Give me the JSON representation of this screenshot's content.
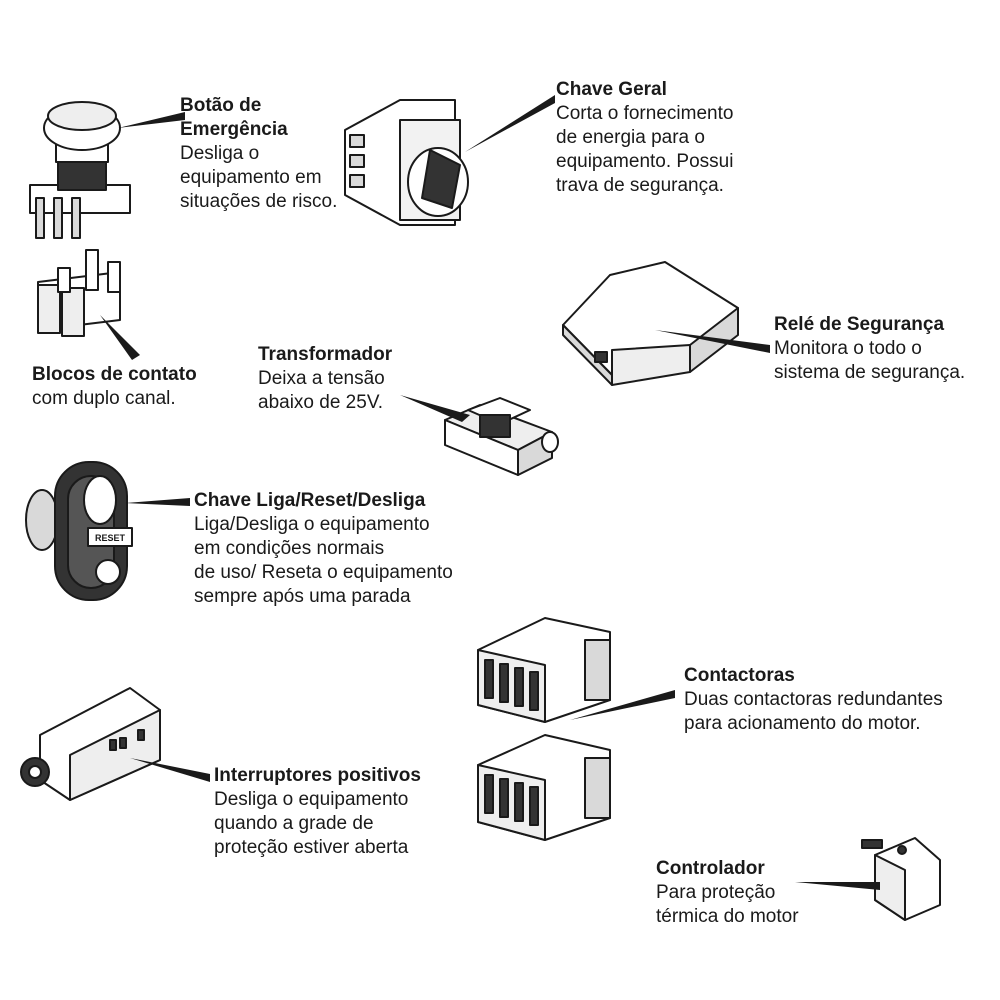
{
  "components": {
    "botao_emergencia": {
      "title": "Botão de",
      "title2": "Emergência",
      "desc": [
        "Desliga o",
        "equipamento em",
        "situações de risco."
      ]
    },
    "chave_geral": {
      "title": "Chave Geral",
      "desc": [
        "Corta o fornecimento",
        "de energia para o",
        "equipamento. Possui",
        "trava de segurança."
      ]
    },
    "blocos_contato": {
      "title": "Blocos de contato",
      "desc": [
        "com duplo canal."
      ]
    },
    "rele_seguranca": {
      "title": "Relé de Segurança",
      "desc": [
        "Monitora o todo o",
        "sistema de segurança."
      ]
    },
    "transformador": {
      "title": "Transformador",
      "desc": [
        "Deixa a tensão",
        "abaixo de 25V."
      ]
    },
    "chave_liga": {
      "title": "Chave Liga/Reset/Desliga",
      "desc": [
        "Liga/Desliga o equipamento",
        "em condições normais",
        "de uso/ Reseta o equipamento",
        "sempre após uma parada"
      ],
      "button_text": "RESET"
    },
    "contactoras": {
      "title": "Contactoras",
      "desc": [
        "Duas contactoras redundantes",
        "para acionamento do motor."
      ]
    },
    "interruptores": {
      "title": "Interruptores positivos",
      "desc": [
        "Desliga o equipamento",
        "quando a grade de",
        "proteção estiver aberta"
      ]
    },
    "controlador": {
      "title": "Controlador",
      "desc": [
        "Para proteção",
        "térmica do motor"
      ]
    }
  },
  "colors": {
    "line": "#1a1a1a",
    "fill": "#ffffff",
    "shade": "#d9d9d9",
    "dark": "#333333"
  }
}
